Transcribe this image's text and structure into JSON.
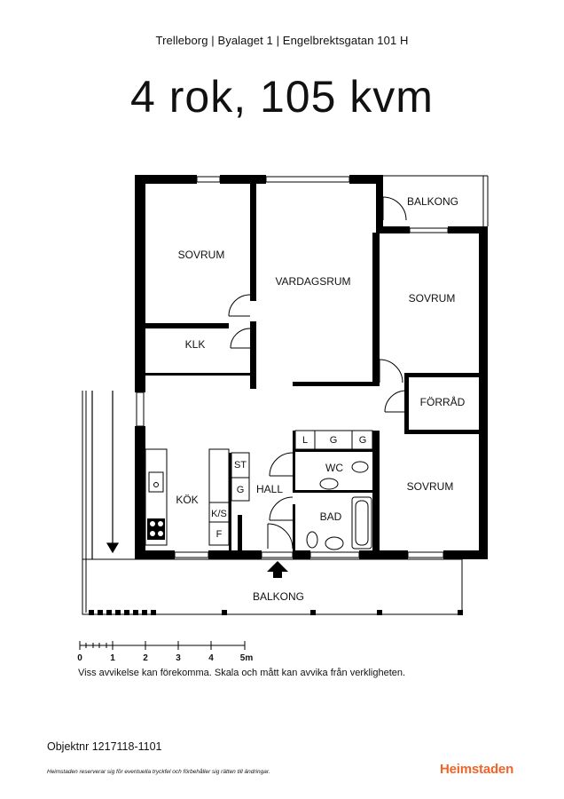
{
  "header": {
    "address": "Trelleborg | Byalaget 1 | Engelbrektsgatan 101 H",
    "title": "4 rok, 105 kvm"
  },
  "rooms": {
    "sovrum_1": "SOVRUM",
    "vardagsrum": "VARDAGSRUM",
    "balkong_top": "BALKONG",
    "sovrum_2": "SOVRUM",
    "klk": "KLK",
    "forrad": "FÖRRÅD",
    "kok": "KÖK",
    "hall": "HALL",
    "wc": "WC",
    "bad": "BAD",
    "sovrum_3": "SOVRUM",
    "balkong_bottom": "BALKONG"
  },
  "fixtures": {
    "l": "L",
    "g1": "G",
    "g2": "G",
    "st": "ST",
    "g3": "G",
    "ks": "K/S",
    "f": "F"
  },
  "scale": {
    "ticks": [
      "0",
      "1",
      "2",
      "3",
      "4",
      "5m"
    ]
  },
  "footer": {
    "disclaimer": "Viss avvikelse kan förekomma. Skala och mått kan avvika från verkligheten.",
    "objekt": "Objektnr 1217118-1101",
    "legal": "Heimstaden reserverar sig för eventuella tryckfel och förbehåller sig rätten till ändringar.",
    "brand": "Heimstaden"
  },
  "colors": {
    "wall": "#000000",
    "brand": "#f0642a"
  }
}
